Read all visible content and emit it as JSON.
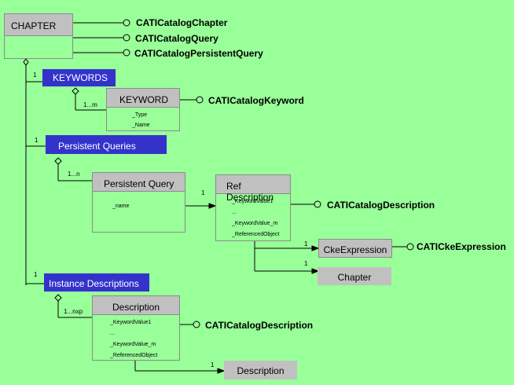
{
  "chapter": {
    "title": "CHAPTER"
  },
  "chapter_interfaces": [
    "CATICatalogChapter",
    "CATICatalogQuery",
    "CATICatalogPersistentQuery"
  ],
  "keywords": {
    "title": "KEYWORDS",
    "multiplicity": "1"
  },
  "keyword": {
    "title": "KEYWORD",
    "multiplicity": "1...m",
    "attributes": [
      "_Type",
      "_Name"
    ],
    "interface": "CATICatalogKeyword"
  },
  "persistent_queries": {
    "title": "Persistent Queries",
    "multiplicity": "1"
  },
  "persistent_query": {
    "title": "Persistent Query",
    "multiplicity": "1...n",
    "attributes": [
      "_name"
    ]
  },
  "ref_description": {
    "title": "Ref Description",
    "multiplicity": "1",
    "attributes": [
      "_KeywordValue1",
      "...",
      "_KeywordValue_m",
      "_ReferencedObject"
    ],
    "interface": "CATICatalogDescription"
  },
  "cke_expression": {
    "title": "CkeExpression",
    "multiplicity": "1",
    "interface": "CATICkeExpression"
  },
  "chapter_ref": {
    "title": "Chapter",
    "multiplicity": "1"
  },
  "instance_descriptions": {
    "title": "Instance Descriptions",
    "multiplicity": "1"
  },
  "description": {
    "title": "Description",
    "multiplicity": "1...nxp",
    "attributes": [
      "_KeywordValue1",
      "...",
      "_KeywordValue_m",
      "_ReferencedObject"
    ],
    "interface": "CATICatalogDescription"
  },
  "description_ref": {
    "title": "Description",
    "multiplicity": "1"
  },
  "colors": {
    "background": "#99ff99",
    "class_header": "#c0c0c0",
    "collection": "#3333cc"
  }
}
